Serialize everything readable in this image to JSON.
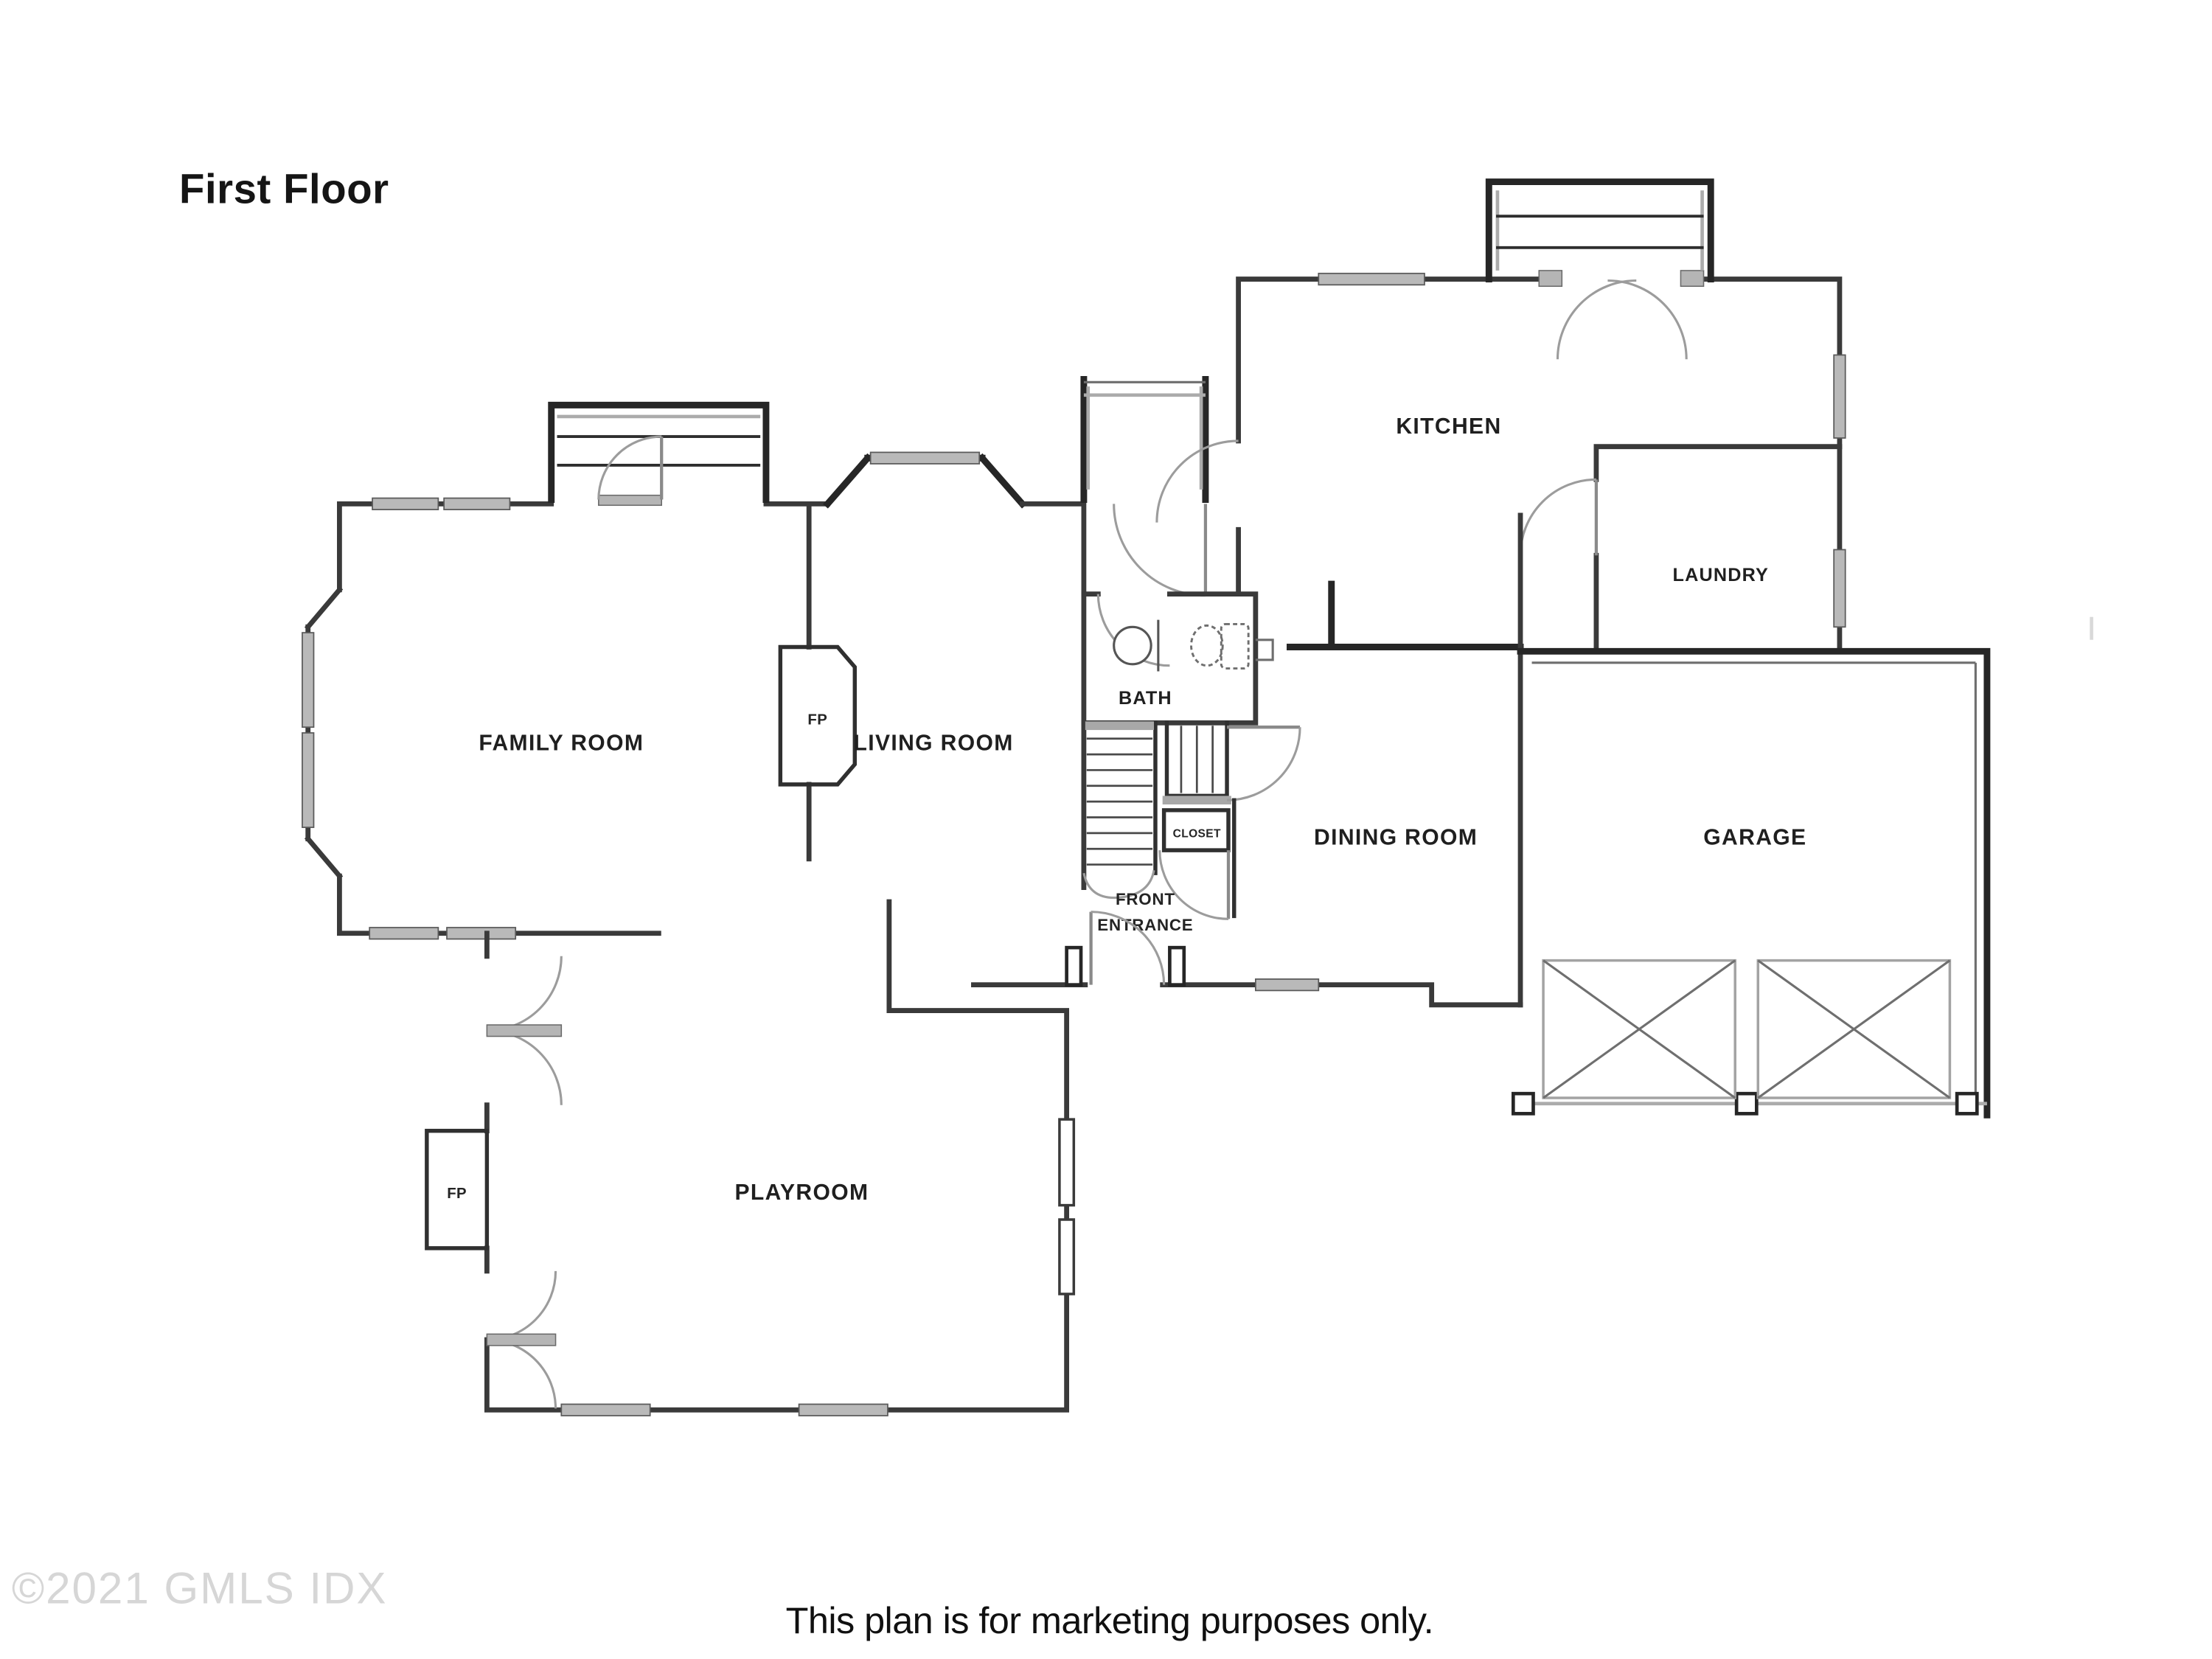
{
  "title": "First Floor",
  "caption": "This plan is for marketing purposes only.",
  "watermark": "©2021 GMLS IDX",
  "rooms": {
    "family": {
      "label": "FAMILY ROOM"
    },
    "living": {
      "label": "LIVING ROOM"
    },
    "kitchen": {
      "label": "KITCHEN"
    },
    "laundry": {
      "label": "LAUNDRY"
    },
    "bath": {
      "label": "BATH"
    },
    "dining": {
      "label": "DINING ROOM"
    },
    "garage": {
      "label": "GARAGE"
    },
    "playroom": {
      "label": "PLAYROOM"
    },
    "closet": {
      "label": "CLOSET"
    },
    "front_entrance": {
      "line1": "FRONT",
      "line2": "ENTRANCE"
    }
  },
  "fireplace": {
    "label": "FP"
  },
  "colors": {
    "wall": "#3a3a3a",
    "window_fill": "#b9b9b9",
    "door_arc": "#9c9c9c",
    "label": "#1f1f1f",
    "watermark": "#8b8b8b",
    "background": "#ffffff"
  }
}
